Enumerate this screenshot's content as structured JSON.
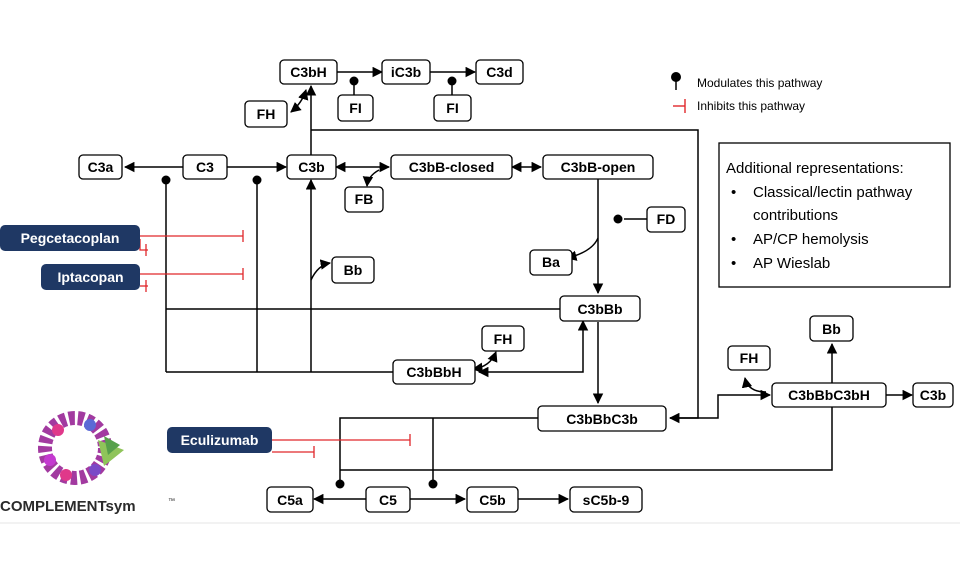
{
  "nodes": {
    "c3bh": "C3bH",
    "ic3b": "iC3b",
    "c3d": "C3d",
    "fh_top": "FH",
    "fi_1": "FI",
    "fi_2": "FI",
    "c3a": "C3a",
    "c3": "C3",
    "c3b": "C3b",
    "c3bb_closed": "C3bB-closed",
    "c3bb_open": "C3bB-open",
    "fb": "FB",
    "fd": "FD",
    "ba": "Ba",
    "bb_mid": "Bb",
    "c3bbb": "C3bBb",
    "fh_mid": "FH",
    "c3bbbh": "C3bBbH",
    "c3bbbc3b": "C3bBbC3b",
    "fh_right": "FH",
    "bb_right": "Bb",
    "c3bbbc3bh": "C3bBbC3bH",
    "c3b_right": "C3b",
    "c5a": "C5a",
    "c5": "C5",
    "c5b": "C5b",
    "sc5b9": "sC5b-9"
  },
  "drugs": {
    "pegcetacoplan": "Pegcetacoplan",
    "iptacopan": "Iptacopan",
    "eculizumab": "Eculizumab"
  },
  "legend": {
    "modulates": "Modulates this pathway",
    "inhibits": "Inhibits this pathway"
  },
  "notes": {
    "title": "Additional representations:",
    "bullets": [
      "Classical/lectin pathway",
      "contributions",
      "AP/CP hemolysis",
      "AP Wieslab"
    ]
  },
  "logo": {
    "text": "COMPLEMENTsym",
    "mark": "™"
  },
  "colors": {
    "drug_bg": "#1f3864",
    "inhibit": "#e0272b",
    "modulate": "#000000"
  }
}
